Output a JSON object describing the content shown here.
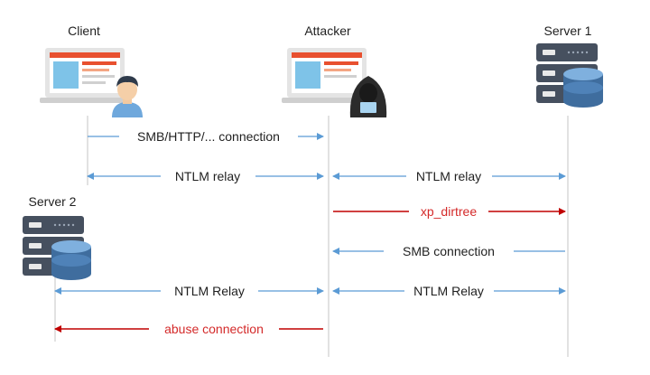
{
  "actors": {
    "client": "Client",
    "attacker": "Attacker",
    "server1": "Server 1",
    "server2": "Server 2"
  },
  "messages": [
    {
      "label": "SMB/HTTP/... connection",
      "color": "#5b9bd5"
    },
    {
      "label": "NTLM relay",
      "color": "#5b9bd5"
    },
    {
      "label": "NTLM relay",
      "color": "#5b9bd5"
    },
    {
      "label": "xp_dirtree",
      "color": "#c00000"
    },
    {
      "label": "SMB connection",
      "color": "#5b9bd5"
    },
    {
      "label": "NTLM Relay",
      "color": "#5b9bd5"
    },
    {
      "label": "NTLM Relay",
      "color": "#5b9bd5"
    },
    {
      "label": "abuse connection",
      "color": "#c00000"
    }
  ],
  "colors": {
    "blue_arrow": "#5b9bd5",
    "red_arrow": "#c00000",
    "lifeline": "#cfcfcf",
    "laptop_frame": "#e4e4e4",
    "laptop_screen_accent": "#e8502f",
    "server_dark": "#46505f",
    "server_db": "#3f6d9e"
  },
  "icons": [
    "laptop-icon",
    "user-icon",
    "hacker-icon",
    "server-icon",
    "database-icon"
  ]
}
